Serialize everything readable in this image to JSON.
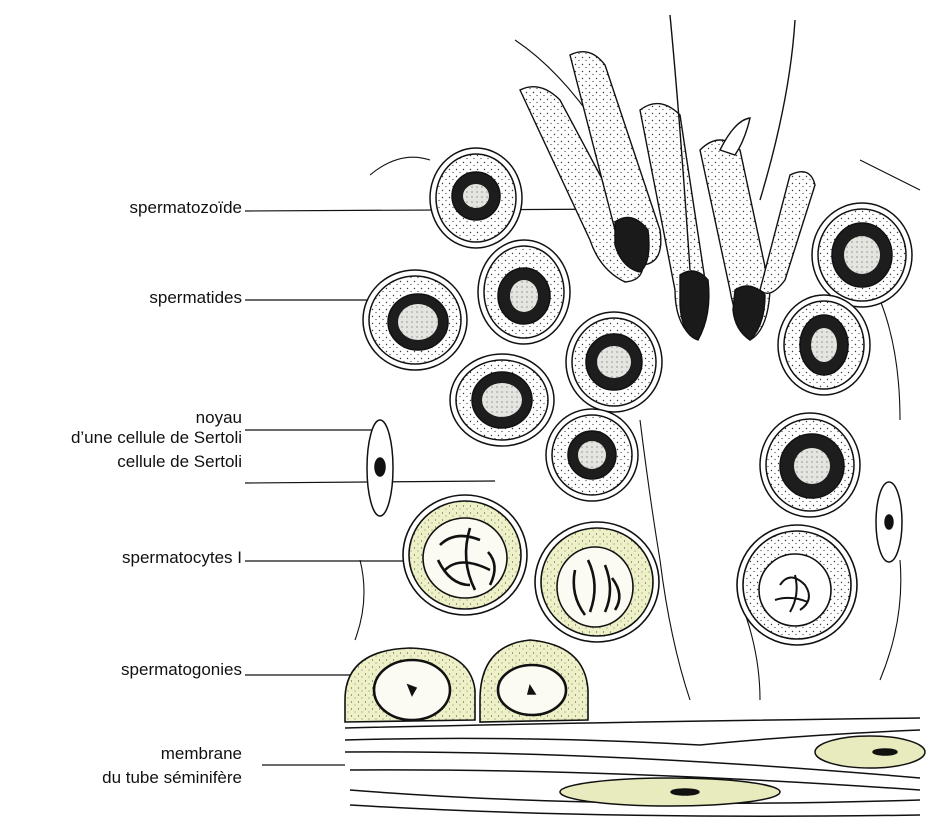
{
  "labels": {
    "spermatozoide": "spermatozoïde",
    "spermatides": "spermatides",
    "noyau_line1": "noyau",
    "noyau_line2": "d’une cellule de Sertoli",
    "cellule_sertoli": "cellule de Sertoli",
    "spermatocytes": "spermatocytes I",
    "spermatogonies": "spermatogonies",
    "membrane_line1": "membrane",
    "membrane_line2": "du tube séminifère"
  },
  "colors": {
    "ink": "#111111",
    "stipple": "#3a3a3a",
    "cytoplasm_yellow": "#eef0c8",
    "nucleus_light": "#dcdcd8",
    "membrane_fill": "#e8ebbd"
  }
}
